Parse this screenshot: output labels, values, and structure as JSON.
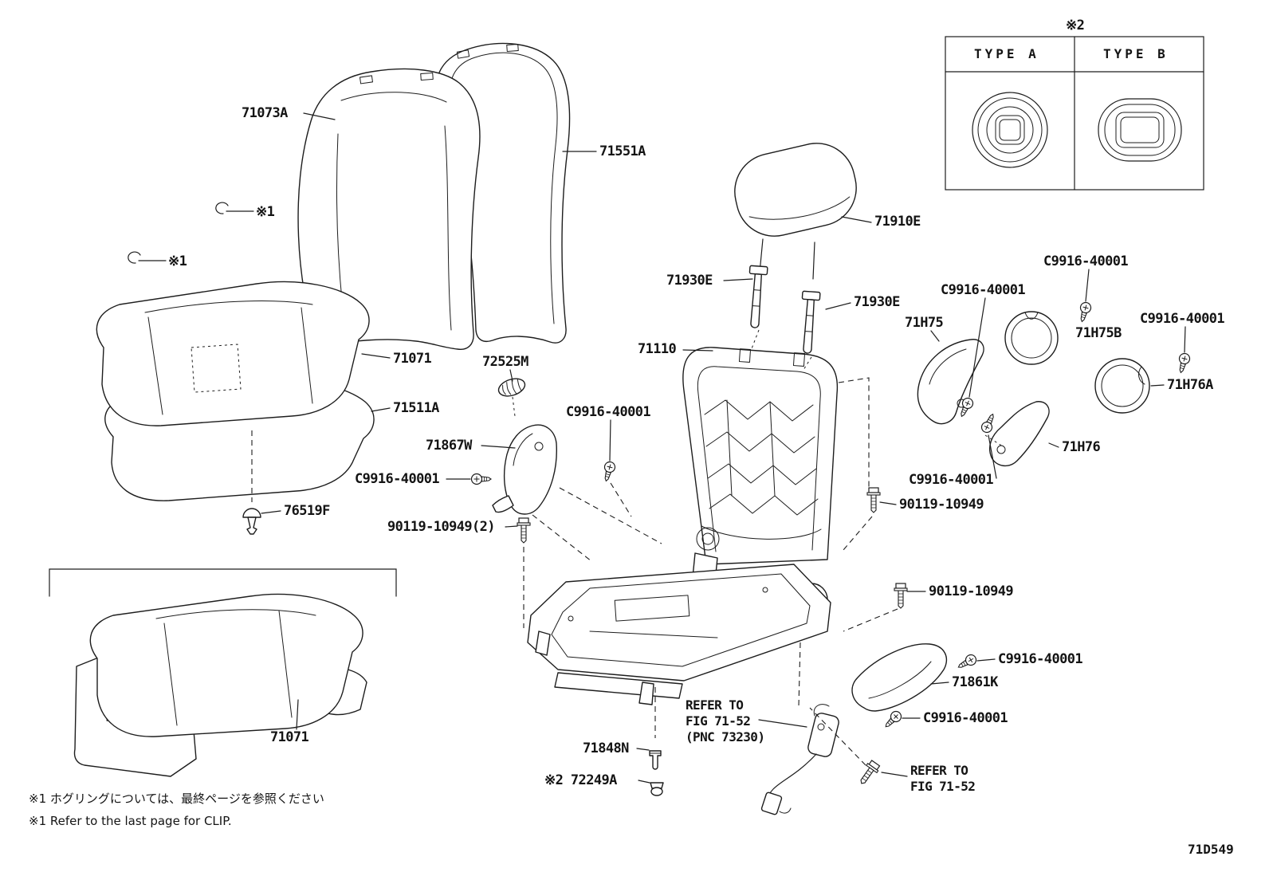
{
  "figure_code": "71D549",
  "footnote_jp": "※1 ホグリングについては、最終ページを参照ください",
  "footnote_en": "※1 Refer to the last page for CLIP.",
  "clip_marker": "※1",
  "type_table": {
    "marker": "※2",
    "type_a": "TYPE A",
    "type_b": "TYPE B"
  },
  "refer_note_buckle": {
    "line1": "REFER TO",
    "line2": "FIG 71-52",
    "line3": "(PNC 73230)"
  },
  "refer_note_anchor": {
    "line1": "REFER TO",
    "line2": "FIG 71-52"
  },
  "parts": {
    "back_cover": "71073A",
    "back_pad": "71551A",
    "headrest": "71910E",
    "headrest_support_left": "71930E",
    "headrest_support_right": "71930E",
    "screw_top": "C9916-40001",
    "screw_h75": "C9916-40001",
    "bracket_h75": "71H75",
    "cover_h75b": "71H75B",
    "screw_h76a": "C9916-40001",
    "cover_h76a": "71H76A",
    "bracket_h76": "71H76",
    "screw_h76": "C9916-40001",
    "bolt_right_upper": "90119-10949",
    "frame": "71110",
    "cap": "72525M",
    "screw_shield_upper": "C9916-40001",
    "shield_inner": "71867W",
    "screw_shield_lower": "C9916-40001",
    "bolt_front": "90119-10949(2)",
    "cushion": "71071",
    "cushion_pad": "71511A",
    "clip": "76519F",
    "bolt_right_lower": "90119-10949",
    "screw_61k_upper": "C9916-40001",
    "shield_outer": "71861K",
    "screw_61k_lower": "C9916-40001",
    "bolt_848": "71848N",
    "nut_249_marker": "※2",
    "nut_249": "72249A",
    "cushion_bottom": "71071"
  }
}
